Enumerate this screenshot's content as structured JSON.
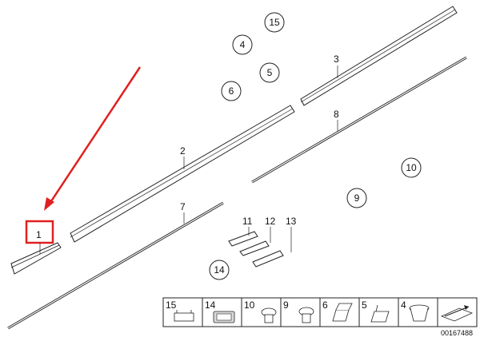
{
  "diagram": {
    "callouts": {
      "c1": "1",
      "c2": "2",
      "c3": "3",
      "c4": "4",
      "c5": "5",
      "c6": "6",
      "c7": "7",
      "c8": "8",
      "c9": "9",
      "c10": "10",
      "c11": "11",
      "c12": "12",
      "c13": "13",
      "c14": "14",
      "c15": "15"
    },
    "legend": [
      "15",
      "14",
      "10",
      "9",
      "6",
      "5",
      "4"
    ],
    "document_number": "00167488"
  },
  "colors": {
    "highlight": "#e02020",
    "line": "#222222",
    "part_fill": "#ffffff",
    "part_shade": "#d9d9d9"
  }
}
